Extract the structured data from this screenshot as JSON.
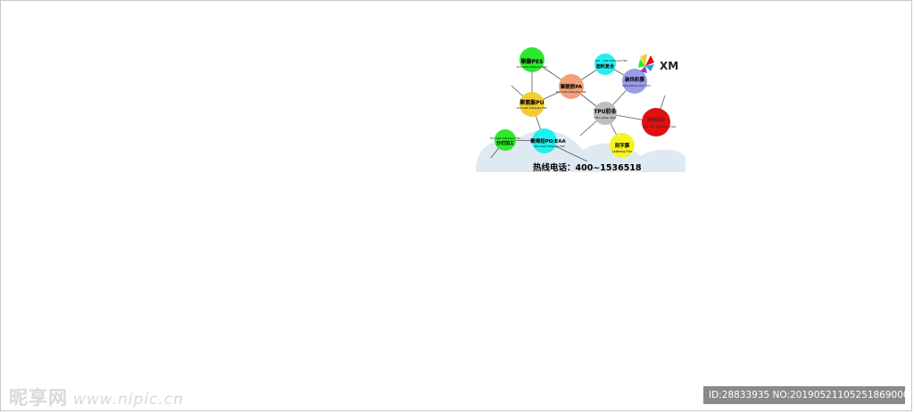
{
  "nodes": [
    {
      "id": "pes",
      "title": "聚酯PES",
      "subtitle": "Hot melt Adhesive Film",
      "color": "#2ee82e"
    },
    {
      "id": "pa",
      "title": "聚酰胺PA",
      "subtitle": "Hot melt Adhesive Film",
      "color": "#f4a07a"
    },
    {
      "id": "top-center",
      "title": "面料复合",
      "subtitle": "Hot - melt Adhesive Film",
      "color": "#22f0f0"
    },
    {
      "id": "decor",
      "title": "装饰彩膜",
      "subtitle": "Decorative color film",
      "color": "#9b9be8"
    },
    {
      "id": "pu",
      "title": "聚氨酯PU",
      "subtitle": "Hot melt Adhesive Film",
      "color": "#f4cc30"
    },
    {
      "id": "tpu",
      "title": "TPU胶条",
      "subtitle": "TPU rubber strip",
      "color": "#bdbdbd"
    },
    {
      "id": "red",
      "title": "无缝内衣",
      "subtitle": "Hot melt Adhesive sheet",
      "color": "#e01010"
    },
    {
      "id": "left-small",
      "title": "分切加工",
      "subtitle": "Hot melt Adhesive Film",
      "color": "#2ee82e"
    },
    {
      "id": "po",
      "title": "聚烯烃PO/EAA",
      "subtitle": "Hot melt Adhesive Film",
      "color": "#22f0f0"
    },
    {
      "id": "letter",
      "title": "刻字膜",
      "subtitle": "Lettering Film",
      "color": "#f4f424"
    }
  ],
  "logo_text": "XM",
  "hotline": "热线电话：400~1536518",
  "watermark": {
    "brand": "昵享网",
    "url": "www.nipic.cn"
  },
  "id_bar": "ID:28833935 NO:20190521105251869000",
  "colors": {
    "cloud": "#dfe9f2",
    "line": "#555555",
    "frame": "#c8c8c8"
  }
}
